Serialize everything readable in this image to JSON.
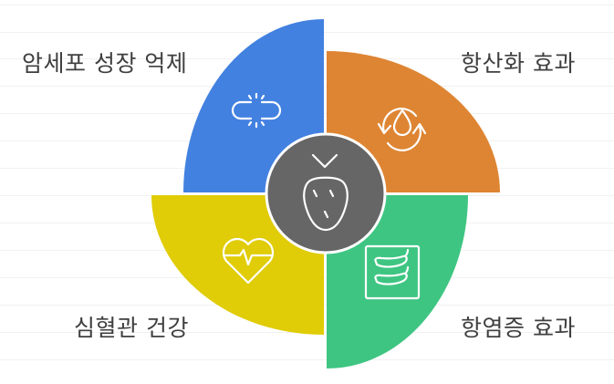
{
  "colors": {
    "blue": "#4281e0",
    "orange": "#de8533",
    "yellow": "#e0cc07",
    "green": "#3ec582",
    "center": "#666666",
    "text": "#3f3f3f",
    "gridline": "#f1f1f1"
  },
  "segments": [
    {
      "id": "top-left",
      "label": "암세포 성장 억제",
      "color": "#4281e0",
      "icon": "broken-link-icon"
    },
    {
      "id": "top-right",
      "label": "항산화 효과",
      "color": "#de8533",
      "icon": "water-cycle-icon"
    },
    {
      "id": "bottom-left",
      "label": "심혈관 건강",
      "color": "#e0cc07",
      "icon": "heartbeat-icon"
    },
    {
      "id": "bottom-right",
      "label": "항염증 효과",
      "color": "#3ec582",
      "icon": "chili-peppers-icon"
    }
  ],
  "center": {
    "icon": "strawberry-icon",
    "color": "#666666"
  }
}
